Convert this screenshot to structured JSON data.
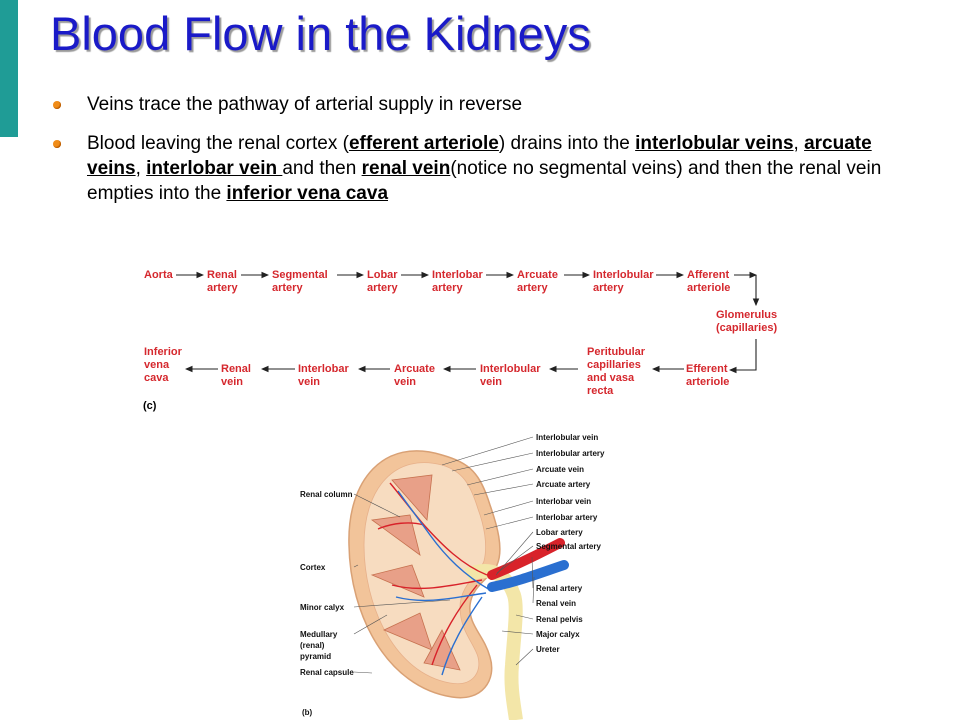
{
  "slide": {
    "title": "Blood Flow in the Kidneys",
    "accent_color": "#1f9c96",
    "title_color": "#1a1ac8",
    "bullet_color": "#f08c18"
  },
  "bullets": [
    {
      "text": "Veins trace the pathway of arterial supply in reverse"
    },
    {
      "parts": [
        "Blood leaving the renal cortex (",
        "efferent arteriole",
        ") drains into the ",
        "interlobular veins",
        ", ",
        "arcuate veins",
        ", ",
        "interlobar vein ",
        "and then ",
        "renal vein",
        "(notice no segmental veins) and then the renal vein empties into the ",
        "inferior vena cava"
      ]
    }
  ],
  "flow_diagram": {
    "panel_label": "(c)",
    "top_row": [
      [
        "Aorta"
      ],
      [
        "Renal",
        "artery"
      ],
      [
        "Segmental",
        "artery"
      ],
      [
        "Lobar",
        "artery"
      ],
      [
        "Interlobar",
        "artery"
      ],
      [
        "Arcuate",
        "artery"
      ],
      [
        "Interlobular",
        "artery"
      ],
      [
        "Afferent",
        "arteriole"
      ]
    ],
    "glomerulus": [
      "Glomerulus",
      "(capillaries)"
    ],
    "bottom_row": [
      [
        "Efferent",
        "arteriole"
      ],
      [
        "Peritubular",
        "capillaries",
        "and vasa",
        "recta"
      ],
      [
        "Interlobular",
        "vein"
      ],
      [
        "Arcuate",
        "vein"
      ],
      [
        "Interlobar",
        "vein"
      ],
      [
        "Renal",
        "vein"
      ],
      [
        "Inferior",
        "vena",
        "cava"
      ]
    ],
    "label_color": "#d5282e"
  },
  "kidney_figure": {
    "panel_label": "(b)",
    "left_labels": [
      "Renal column",
      "Cortex",
      "Minor calyx",
      "Medullary",
      "(renal)",
      "pyramid",
      "Renal capsule"
    ],
    "right_labels": [
      "Interlobular vein",
      "Interlobular artery",
      "Arcuate vein",
      "Arcuate artery",
      "Interlobar vein",
      "Interlobar artery",
      "Lobar artery",
      "Segmental artery",
      "Renal artery",
      "Renal vein",
      "Renal pelvis",
      "Major calyx",
      "Ureter"
    ],
    "artery_color": "#d8222a",
    "vein_color": "#2a6fd0"
  }
}
